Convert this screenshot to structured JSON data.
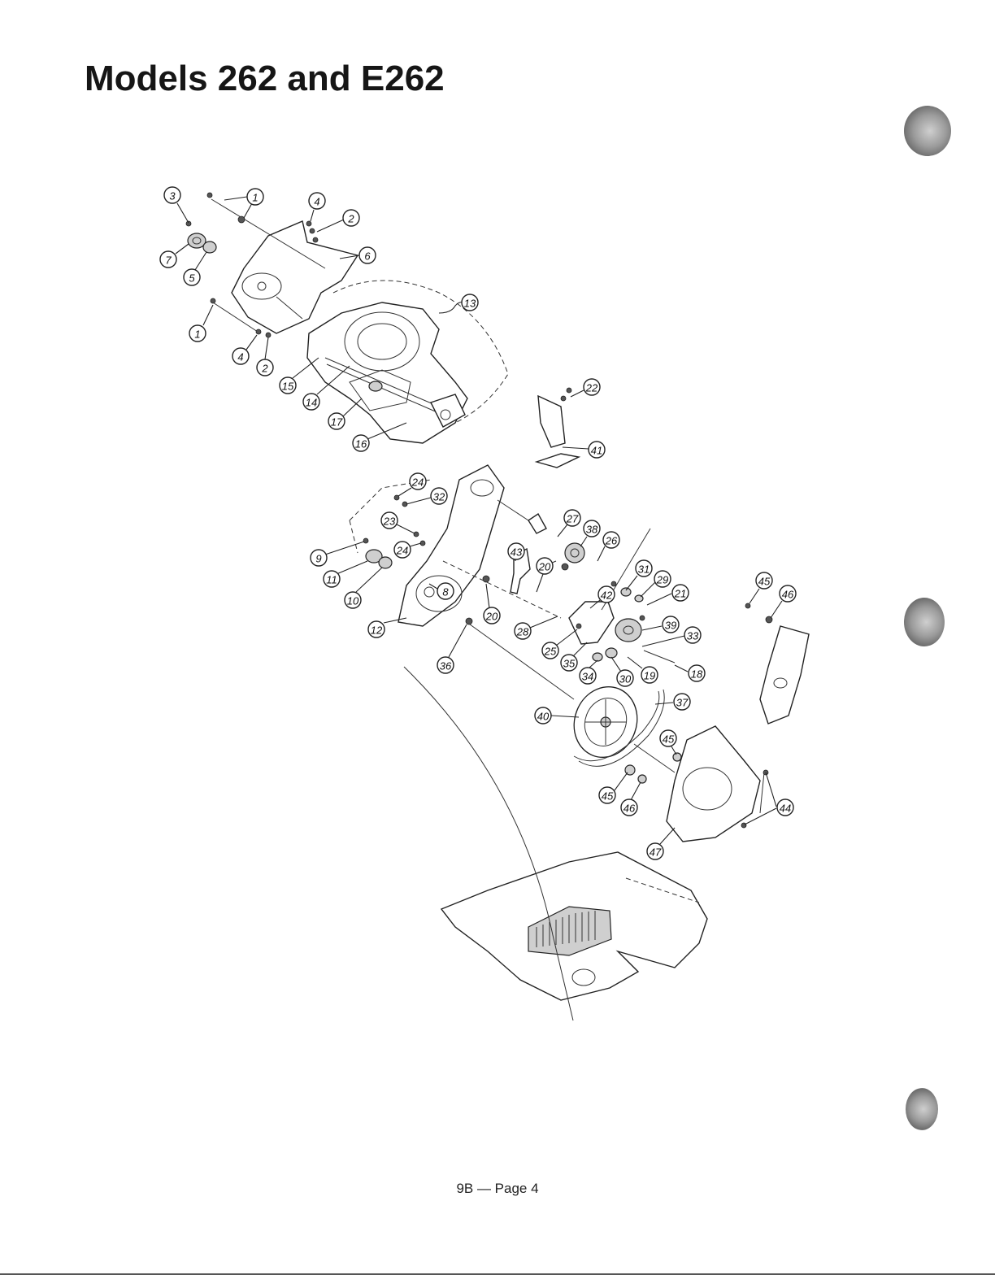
{
  "page": {
    "title": "Models 262 and E262",
    "footer": "9B — Page 4"
  },
  "diagram": {
    "callouts": [
      "1",
      "1",
      "2",
      "2",
      "3",
      "4",
      "4",
      "5",
      "6",
      "7",
      "13",
      "15",
      "14",
      "17",
      "16",
      "22",
      "41",
      "24",
      "32",
      "23",
      "9",
      "11",
      "10",
      "24",
      "8",
      "12",
      "43",
      "20",
      "20",
      "27",
      "38",
      "26",
      "31",
      "29",
      "21",
      "42",
      "28",
      "25",
      "35",
      "39",
      "33",
      "34",
      "30",
      "19",
      "18",
      "36",
      "37",
      "40",
      "45",
      "46",
      "45",
      "45",
      "46",
      "44",
      "47"
    ]
  }
}
